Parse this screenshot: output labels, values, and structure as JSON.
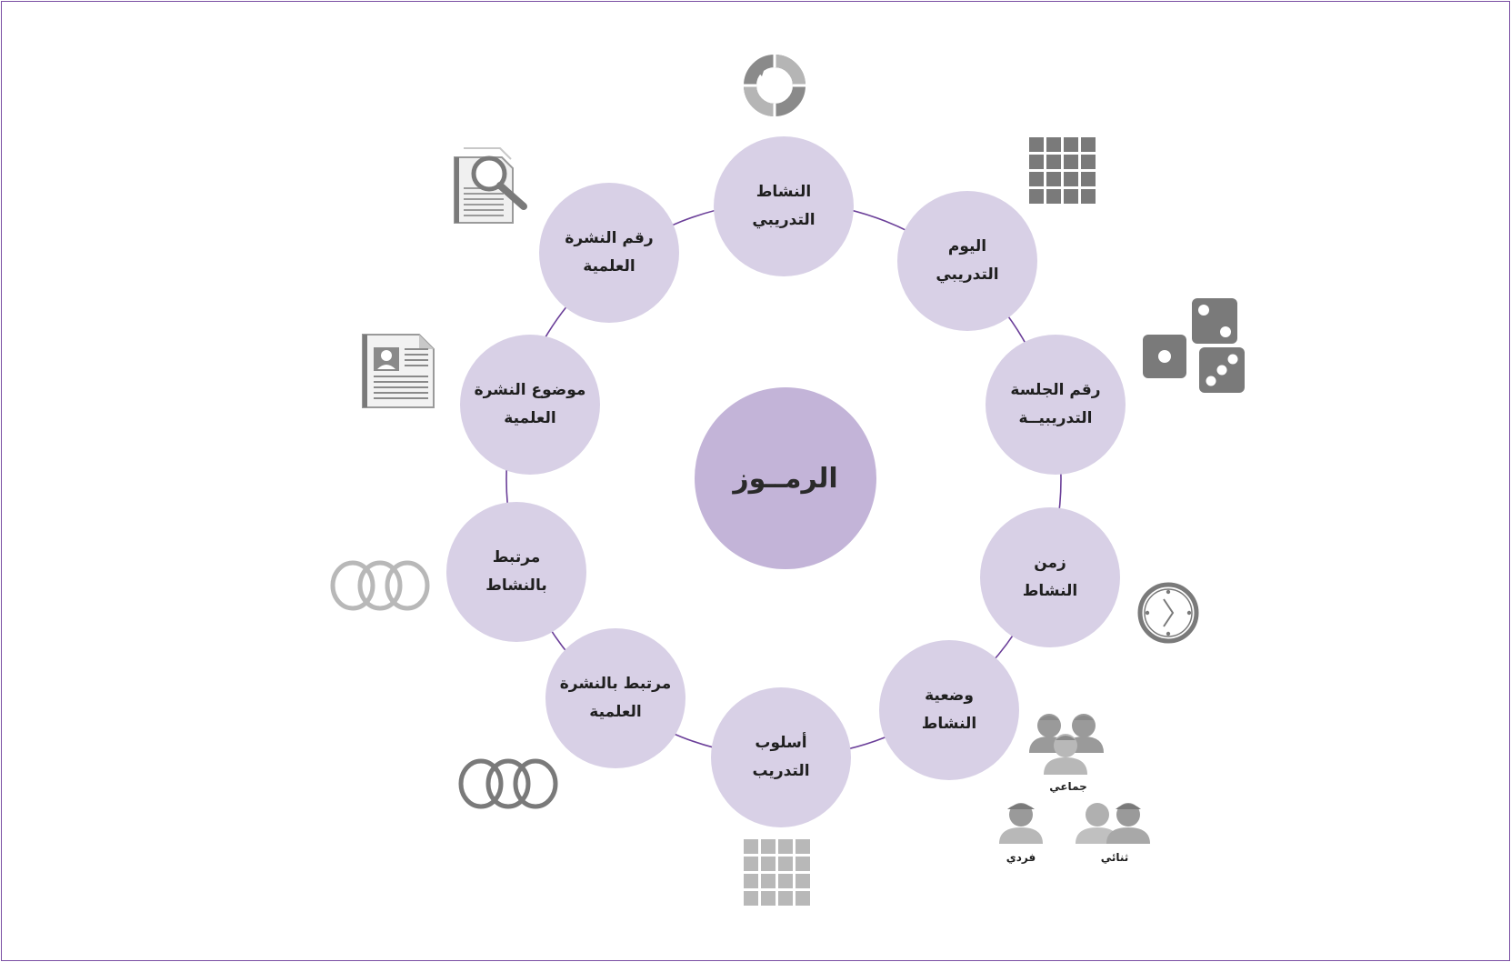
{
  "center": {
    "label": "الرمــوز"
  },
  "nodes": [
    {
      "line1": "النشاط",
      "line2": "التدريبي"
    },
    {
      "line1": "اليوم",
      "line2": "التدريبي"
    },
    {
      "line1": "رقم الجلسة",
      "line2": "التدريبيــة"
    },
    {
      "line1": "زمن",
      "line2": "النشاط"
    },
    {
      "line1": "وضعية",
      "line2": "النشاط"
    },
    {
      "line1": "أسلوب",
      "line2": "التدريب"
    },
    {
      "line1": "مرتبط بالنشرة",
      "line2": "العلمية"
    },
    {
      "line1": "مرتبط",
      "line2": "بالنشاط"
    },
    {
      "line1": "موضوع النشرة",
      "line2": "العلمية"
    },
    {
      "line1": "رقم النشرة",
      "line2": "العلمية"
    }
  ],
  "icons": [
    "cycle-icon",
    "grid-icon",
    "dice-icon",
    "clock-icon",
    "group-people-icon",
    "pair-people-icon",
    "single-person-icon",
    "grid-light-icon",
    "rings-icon",
    "rings-light-icon",
    "newspaper-icon",
    "document-search-icon"
  ],
  "modes": {
    "group": "جماعي",
    "pair": "ثنائي",
    "single": "فردي"
  },
  "colors": {
    "node_fill": "#d8d0e6",
    "center_fill": "#c3b4d8",
    "ring_line": "#6b3f99",
    "icon_dark": "#7a7a7a",
    "icon_light": "#b5b5b5"
  }
}
